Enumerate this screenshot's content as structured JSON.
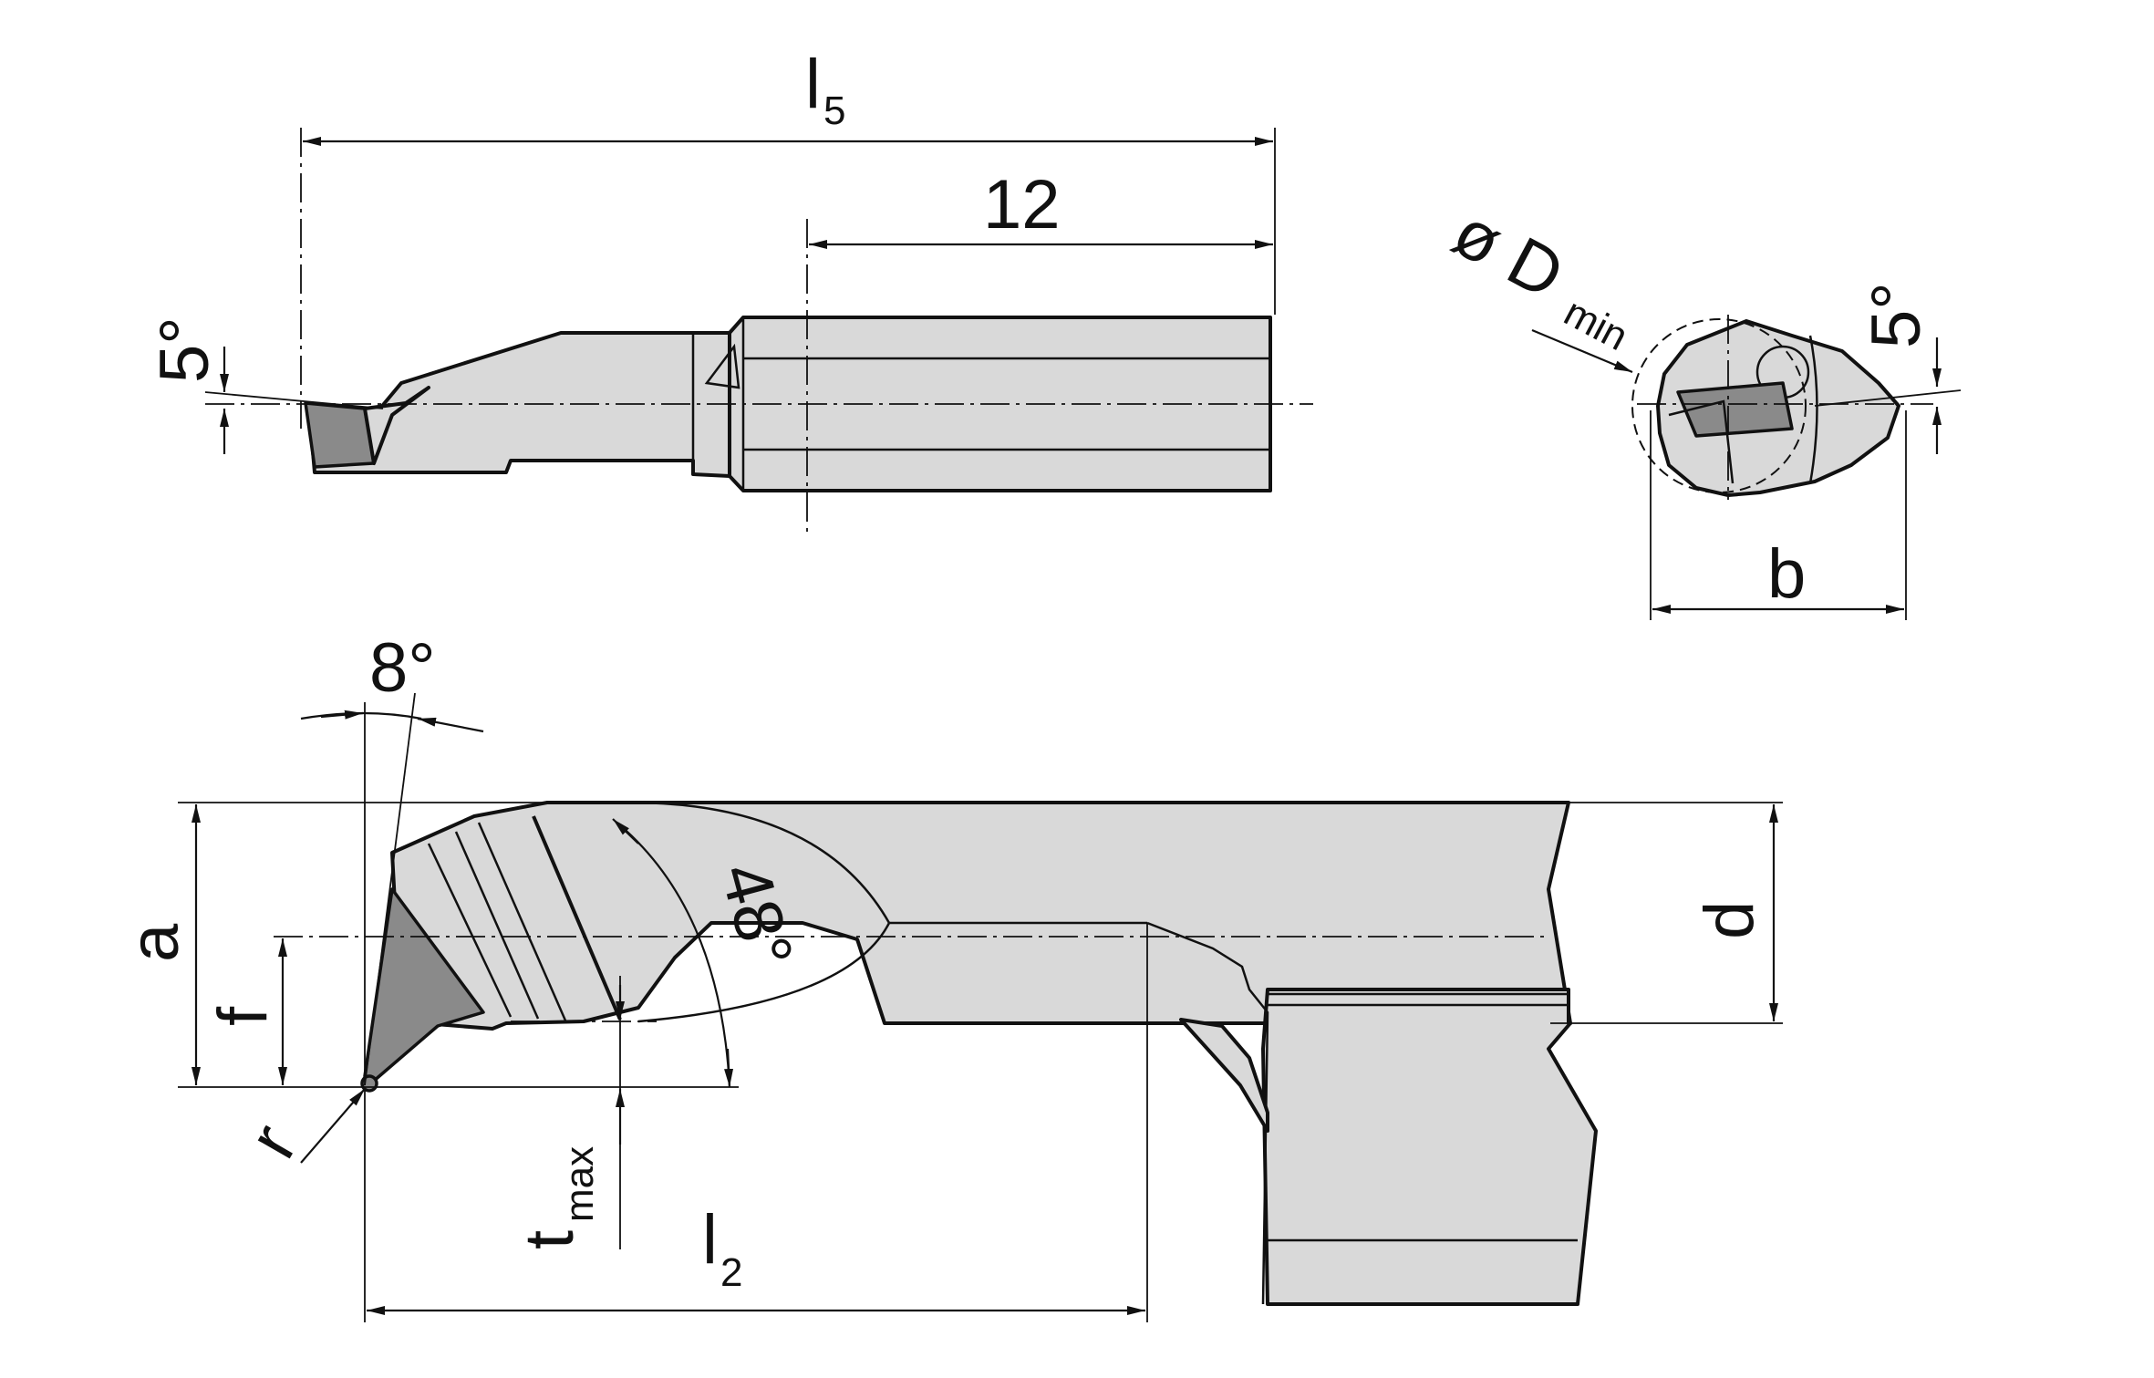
{
  "labels": {
    "l5": "l",
    "l5_sub": "5",
    "twelve": "12",
    "five_deg_side": "5°",
    "dia_dmin": "ø D",
    "dia_dmin_sub": "min",
    "five_deg_front": "5°",
    "b": "b",
    "eight_deg": "8°",
    "a": "a",
    "f": "f",
    "r": "r",
    "fortyeight_deg": "48°",
    "d": "d",
    "tmax": "t",
    "tmax_sub": "max",
    "l2": "l",
    "l2_sub": "2"
  }
}
